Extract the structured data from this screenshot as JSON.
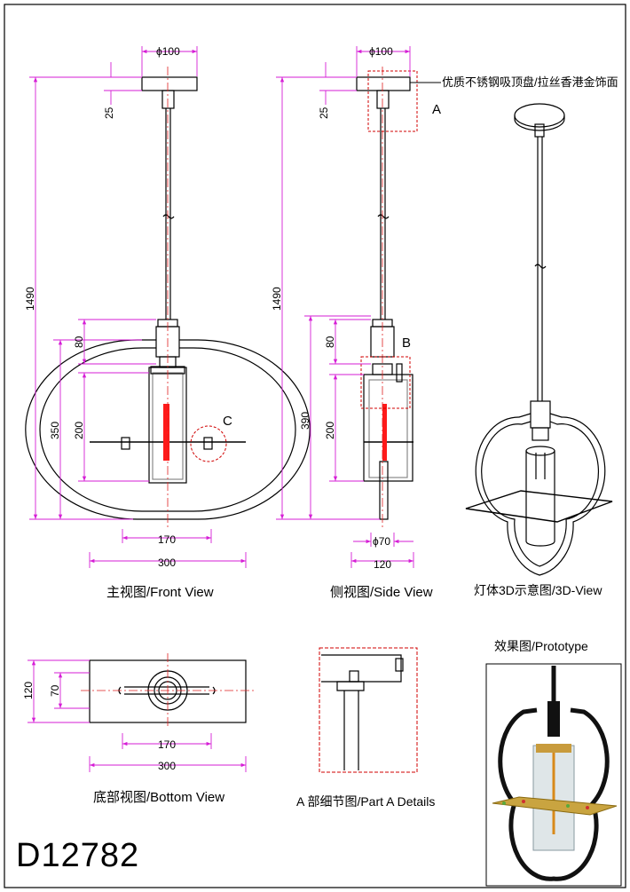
{
  "drawing_code": "D12782",
  "views": {
    "front": "主视图/Front View",
    "side": "侧视图/Side View",
    "view3d": "灯体3D示意图/3D-View",
    "prototype": "效果图/Prototype",
    "bottom": "底部视图/Bottom View",
    "detail_a": "A 部细节图/Part A Details"
  },
  "callouts": {
    "a": "A",
    "b": "B",
    "c": "C",
    "canopy_note": "优质不锈钢吸顶盘/拉丝香港金饰面"
  },
  "dimensions": {
    "front": {
      "canopy_dia": "ϕ100",
      "canopy_h": "25",
      "total_h": "1490",
      "body_h": "350",
      "top_h": "80",
      "glass_h": "200",
      "frame_w": "170",
      "plate_w": "300"
    },
    "side": {
      "canopy_dia": "ϕ100",
      "canopy_h": "25",
      "total_h": "1490",
      "body_h": "390",
      "top_h": "80",
      "glass_h": "200",
      "glass_dia": "ϕ70",
      "plate_d": "120"
    },
    "bottom": {
      "depth": "120",
      "inner": "70",
      "frame_w": "170",
      "plate_w": "300"
    }
  },
  "colors": {
    "dimension": "#d61ed6",
    "centerline": "#e02020",
    "filament": "#ff1a1a",
    "detail_outline": "#d00000"
  }
}
